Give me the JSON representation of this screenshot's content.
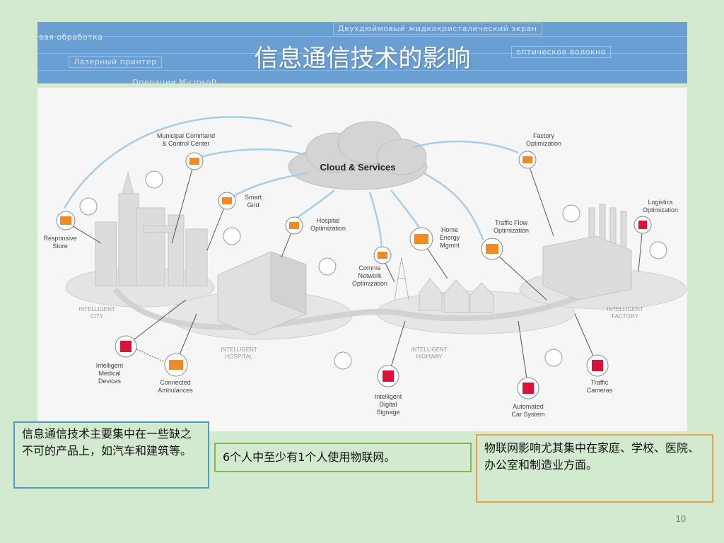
{
  "slide": {
    "title": "信息通信技术的影响",
    "page_number": "10"
  },
  "banner_words": [
    "вая обработка",
    "Двухдюймовый жидкокристалический экран",
    "Лазерный принтер",
    "оптическое волокно",
    "Операции Microsoft"
  ],
  "diagram": {
    "cloud": "Cloud & Services",
    "labels": {
      "municipal": "Municipal Command\n& Control Center",
      "smart_grid": "Smart\nGrid",
      "responsive_store": "Responsive\nStore",
      "hospital_opt": "Hospital\nOptimization",
      "comms": "Comms\nNetwork\nOptimization",
      "home_energy": "Home\nEnergy\nMgmnt",
      "traffic_flow": "Traffic Flow\nOptimization",
      "factory_opt": "Factory\nOptimization",
      "logistics": "Logistics\nOptimization",
      "medical": "Intelligent\nMedical\nDevices",
      "ambulances": "Connected\nAmbulances",
      "signage": "Intelligent\nDigital\nSignage",
      "car_system": "Automated\nCar System",
      "traffic_cameras": "Traffic\nCameras"
    },
    "zones": {
      "city": "INTELLIGENT\nCITY",
      "hospital": "INTELLIGENT\nHOSPITAL",
      "highway": "INTELLIGENT\nHIGHWAY",
      "factory": "INTELLIGENT\nFACTORY"
    }
  },
  "notes": {
    "left": "信息通信技术主要集中在一些缺之不可的产品上，如汽车和建筑等。",
    "middle": "6个人中至少有1个人使用物联网。",
    "right": "物联网影响尤其集中在家庭、学校、医院、办公室和制造业方面。"
  },
  "colors": {
    "background": "#d4ead0",
    "banner": "#6a9fd4",
    "node_orange": "#f08a24",
    "node_red": "#d8143a",
    "note_left_border": "#4b9fc6",
    "note_mid_border": "#7fba55",
    "note_right_border": "#f0a04b"
  }
}
